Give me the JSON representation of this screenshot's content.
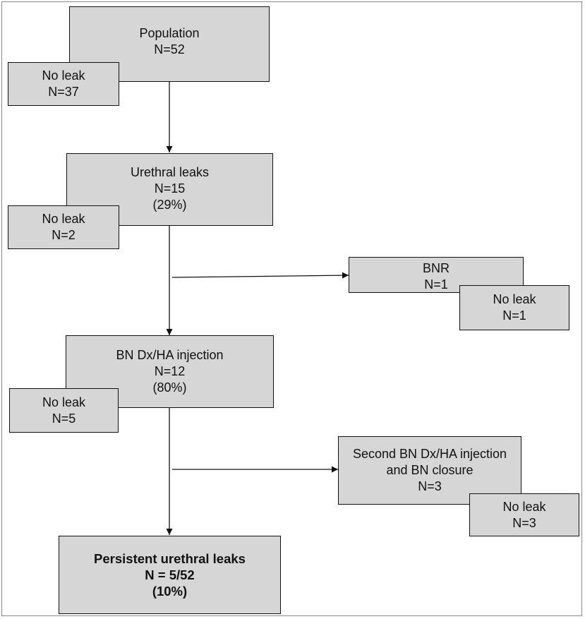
{
  "population": {
    "label": "Population",
    "count": "N=52"
  },
  "no_leak_1": {
    "label": "No leak",
    "count": "N=37"
  },
  "urethral_leaks": {
    "label": "Urethral leaks",
    "count": "N=15",
    "percent": "(29%)"
  },
  "no_leak_2": {
    "label": "No leak",
    "count": "N=2"
  },
  "bnr": {
    "label": "BNR",
    "count": "N=1"
  },
  "no_leak_bnr": {
    "label": "No leak",
    "count": "N=1"
  },
  "bn_injection": {
    "label": "BN Dx/HA injection",
    "count": "N=12",
    "percent": "(80%)"
  },
  "no_leak_3": {
    "label": "No leak",
    "count": "N=5"
  },
  "second_injection": {
    "label_line1": "Second BN Dx/HA injection",
    "label_line2": "and BN closure",
    "count": "N=3"
  },
  "no_leak_second": {
    "label": "No leak",
    "count": "N=3"
  },
  "persistent": {
    "label": "Persistent urethral leaks",
    "count": "N = 5/52",
    "percent": "(10%)"
  }
}
